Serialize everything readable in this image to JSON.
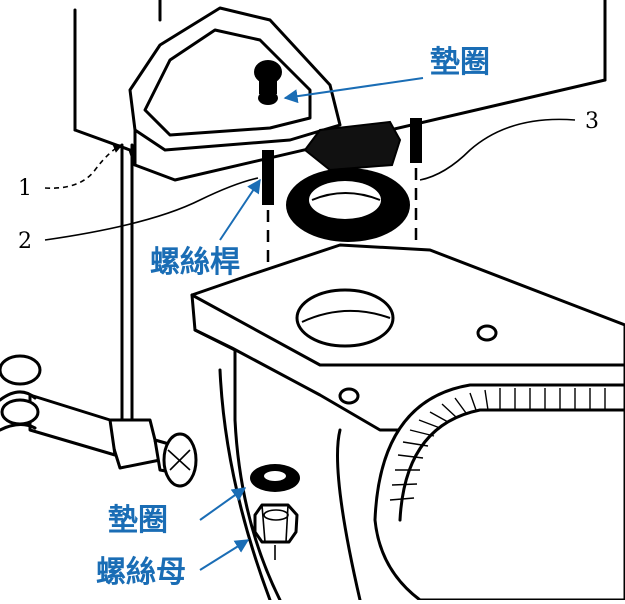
{
  "labels": {
    "washer_top": "墊圈",
    "bolt": "螺絲桿",
    "washer_bottom": "墊圈",
    "nut": "螺絲母"
  },
  "callouts": {
    "n1": "1",
    "n2": "2",
    "n3": "3"
  },
  "colors": {
    "label": "#1a6db5",
    "ink": "#000000"
  }
}
